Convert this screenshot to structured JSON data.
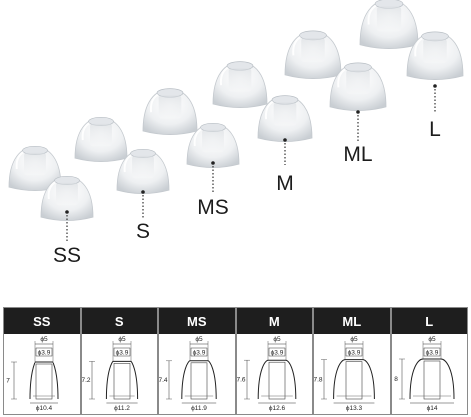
{
  "tips": [
    {
      "size": "SS",
      "top_dim": "ϕ5",
      "inner_dim": "ϕ3.9",
      "height_dim": "7",
      "base_dim": "ϕ10.4"
    },
    {
      "size": "S",
      "top_dim": "ϕ5",
      "inner_dim": "ϕ3.9",
      "height_dim": "7.2",
      "base_dim": "ϕ11.2"
    },
    {
      "size": "MS",
      "top_dim": "ϕ5",
      "inner_dim": "ϕ3.9",
      "height_dim": "7.4",
      "base_dim": "ϕ11.9"
    },
    {
      "size": "M",
      "top_dim": "ϕ5",
      "inner_dim": "ϕ3.9",
      "height_dim": "7.6",
      "base_dim": "ϕ12.6"
    },
    {
      "size": "ML",
      "top_dim": "ϕ5",
      "inner_dim": "ϕ3.9",
      "height_dim": "7.8",
      "base_dim": "ϕ13.3"
    },
    {
      "size": "L",
      "top_dim": "ϕ5",
      "inner_dim": "ϕ3.9",
      "height_dim": "8",
      "base_dim": "ϕ14"
    }
  ]
}
